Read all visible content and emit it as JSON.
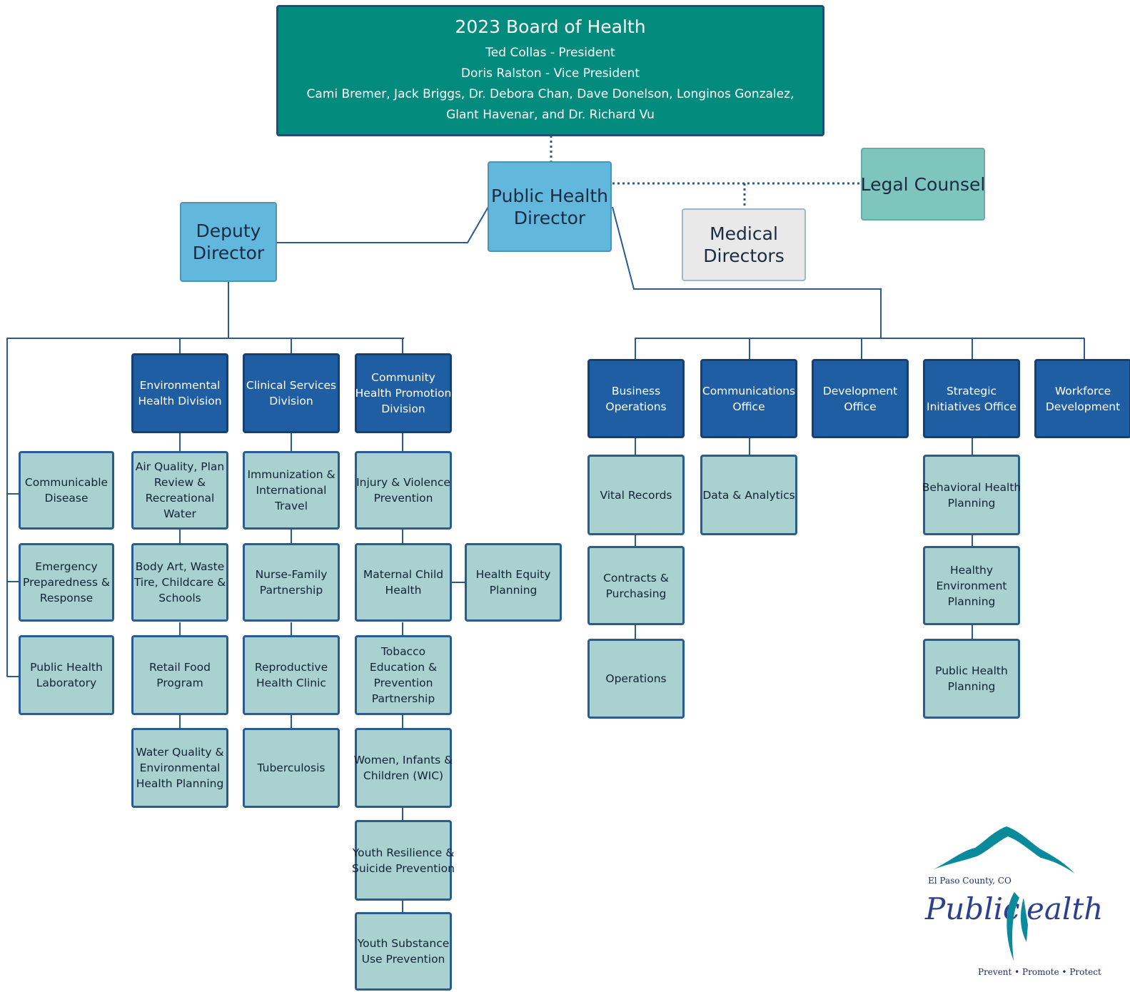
{
  "colors": {
    "board_fill": "#038c7e",
    "director_fill": "#62b8dc",
    "legal_fill": "#7ec5bd",
    "medical_fill": "#e9e9e9",
    "division_fill": "#1f5ea3",
    "unit_fill": "#a8d1cf",
    "connector": "#2c5a8f"
  },
  "board": {
    "title": "2023 Board of Health",
    "members": [
      "Ted Collas - President",
      "Doris Ralston - Vice President",
      "Cami Bremer, Jack Briggs, Dr. Debora Chan, Dave Donelson, Longinos Gonzalez,",
      "Glant Havenar, and Dr. Richard Vu"
    ]
  },
  "director": [
    "Public Health",
    "Director"
  ],
  "deputy": [
    "Deputy",
    "Director"
  ],
  "legal": "Legal Counsel",
  "medical": [
    "Medical",
    "Directors"
  ],
  "units": {
    "communicable": [
      "Communicable",
      "Disease"
    ],
    "emergency": [
      "Emergency",
      "Preparedness &",
      "Response"
    ],
    "laboratory": [
      "Public Health",
      "Laboratory"
    ],
    "env_div": [
      "Environmental",
      "Health Division"
    ],
    "env1": [
      "Air Quality, Plan",
      "Review &",
      "Recreational",
      "Water"
    ],
    "env2": [
      "Body Art, Waste",
      "Tire, Childcare &",
      "Schools"
    ],
    "env3": [
      "Retail Food",
      "Program"
    ],
    "env4": [
      "Water Quality &",
      "Environmental",
      "Health Planning"
    ],
    "clin_div": [
      "Clinical Services",
      "Division"
    ],
    "clin1": [
      "Immunization &",
      "International",
      "Travel"
    ],
    "clin2": [
      "Nurse-Family",
      "Partnership"
    ],
    "clin3": [
      "Reproductive",
      "Health Clinic"
    ],
    "clin4": [
      "Tuberculosis"
    ],
    "comm_div": [
      "Community",
      "Health Promotion",
      "Division"
    ],
    "comm1": [
      "Injury & Violence",
      "Prevention"
    ],
    "comm2": [
      "Maternal Child",
      "Health"
    ],
    "equity": [
      "Health Equity",
      "Planning"
    ],
    "comm3": [
      "Tobacco",
      "Education &",
      "Prevention",
      "Partnership"
    ],
    "comm4": [
      "Women, Infants &",
      "Children (WIC)"
    ],
    "comm5": [
      "Youth Resilience &",
      "Suicide Prevention"
    ],
    "comm6": [
      "Youth Substance",
      "Use Prevention"
    ],
    "bus_div": [
      "Business",
      "Operations"
    ],
    "bus1": [
      "Vital Records"
    ],
    "bus2": [
      "Contracts &",
      "Purchasing"
    ],
    "bus3": [
      "Operations"
    ],
    "commo_div": [
      "Communications",
      "Office"
    ],
    "commo1": [
      "Data & Analytics"
    ],
    "dev_div": [
      "Development",
      "Office"
    ],
    "strat_div": [
      "Strategic",
      "Initiatives Office"
    ],
    "strat1": [
      "Behavioral Health",
      "Planning"
    ],
    "strat2": [
      "Healthy",
      "Environment",
      "Planning"
    ],
    "strat3": [
      "Public Health",
      "Planning"
    ],
    "work_div": [
      "Workforce",
      "Development"
    ]
  },
  "logo": {
    "county": "El Paso County, CO",
    "word_left": "Public",
    "word_right": "ealth",
    "tagline": "Prevent • Promote • Protect"
  }
}
